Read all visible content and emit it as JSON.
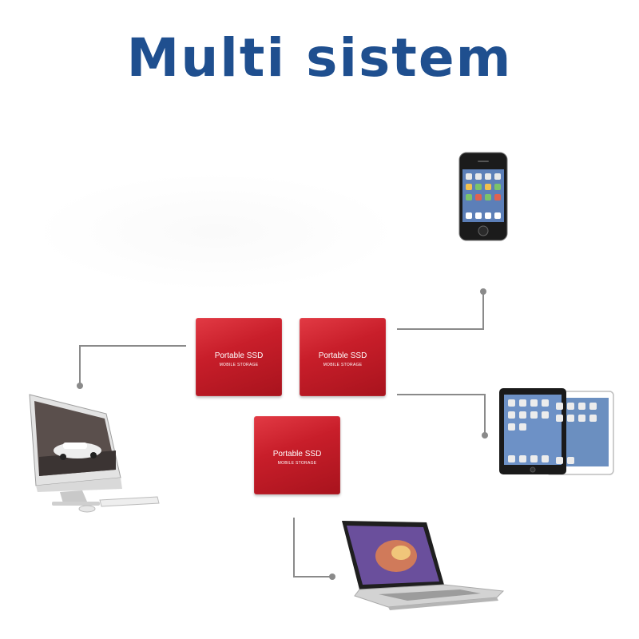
{
  "title": "Multi sistem",
  "drives": [
    {
      "label": "Portable SSD",
      "sublabel": "MOBILE STORAGE"
    },
    {
      "label": "Portable SSD",
      "sublabel": "MOBILE STORAGE"
    },
    {
      "label": "Portable SSD",
      "sublabel": "MOBILE STORAGE"
    }
  ],
  "devices": [
    "smartphone",
    "tablet",
    "desktop-computer",
    "laptop"
  ],
  "colors": {
    "title": "#1f4f8f",
    "ssd": "#c81e2a",
    "connector": "#8a8a8a"
  }
}
